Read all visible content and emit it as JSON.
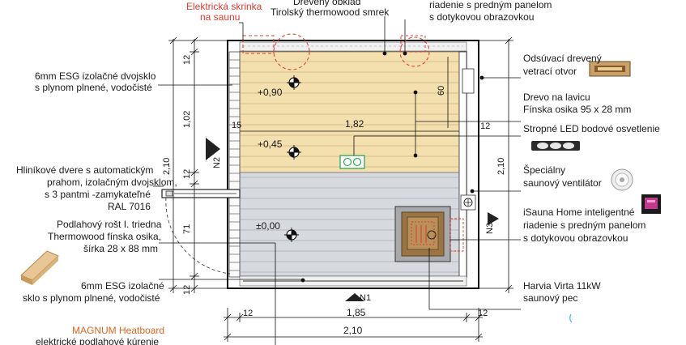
{
  "colors": {
    "bench_wood": "#f4dfae",
    "floor_grate": "#d4d7dc",
    "callout_red": "#e03a2f",
    "heater_brown": "#8c6a3a",
    "accent_orange": "#e2661f",
    "led_green": "#2fa84f"
  },
  "labels": {
    "top_red_cabinet_l1": "Elektrická skrinka",
    "top_red_cabinet_l2": "na saunu",
    "top_cladding_l1": "Drevený obklad",
    "top_cladding_l2": "Tirolský thermowood smrek",
    "top_control_l1": "riadenie s predným panelom",
    "top_control_l2": "s dotykovou obrazovkou",
    "glass_top_l1": "6mm ESG izolačné dvojsklo",
    "glass_top_l2": "s plynom plnené, vodočisté",
    "door_l1": "Hliníkové dvere s automatickým",
    "door_l2": "prahom, izolačným dvojsklom,",
    "door_l3": "s 3 pantmi -zamykateľné",
    "door_l4": "RAL 7016",
    "floor_l1": "Podlahový rošt I. triedna",
    "floor_l2": "Thermowood fínska osika,",
    "floor_l3": "šírka 28 x 88 mm",
    "glass_bottom_l1": "6mm ESG izolačné",
    "glass_bottom_l2": "sklo s plynom plnené, vodočisté",
    "heatboard_l1": "MAGNUM Heatboard",
    "heatboard_l2": "elektrické podlahové kúrenie",
    "vent_l1": "Odsúvací drevený",
    "vent_l2": "vetrací otvor",
    "bench_wood_l1": "Drevo na lavicu",
    "bench_wood_l2": "Fínska osika 95 x 28 mm",
    "led_l1": "Stropné LED bodové osvetlenie",
    "fan_l1": "Špeciálny",
    "fan_l2": "saunový ventilátor",
    "isauna_l1": "iSauna Home inteligentné",
    "isauna_l2": "riadenie s predným panelom",
    "isauna_l3": "s dotykovou obrazovkou",
    "heater_l1": "Harvia Virta 11kW",
    "heater_l2": "saunový pec"
  },
  "levels": {
    "upper": "+0,90",
    "middle": "+0,45",
    "floor": "±0,00"
  },
  "section_marks": {
    "n1": "N1",
    "n2": "N2",
    "n3": "N3"
  },
  "dimensions": {
    "left_12_top": "12",
    "left_102": "1,02",
    "left_210": "2,10",
    "left_12_mid": "12",
    "left_71": "71",
    "left_12_bottom": "12",
    "right_210": "2,10",
    "inner_60": "60",
    "inner_15": "15",
    "inner_182": "1,82",
    "inner_12_right": "12",
    "bottom_12_left": "12",
    "bottom_185": "1,85",
    "bottom_12_right": "12",
    "bottom_210": "2,10"
  }
}
